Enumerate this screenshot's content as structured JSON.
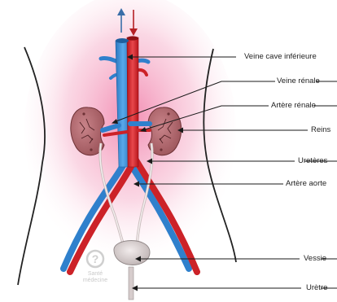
{
  "labels": {
    "veine_cave_inferieure": "Veine cave inférieure",
    "veine_renale": "Veine rénale",
    "artere_renale": "Artère rénale",
    "reins": "Reins",
    "ureteres": "Uretères",
    "artere_aorte": "Artère aorte",
    "vessie": "Vessie",
    "uretre": "Urètre"
  },
  "watermark": {
    "line1": "Santé",
    "line2": "médecine"
  },
  "colors": {
    "vein": "#3a8fd6",
    "artery": "#d42a2f",
    "kidney": "#b36b70",
    "glow": "#f3a7c2",
    "bladder": "#d8cfcf",
    "leader": "#1a1a1a"
  },
  "icons": {
    "flow_up": "arrow-up-icon",
    "flow_down": "arrow-down-icon",
    "brand": "question-logo-icon"
  }
}
